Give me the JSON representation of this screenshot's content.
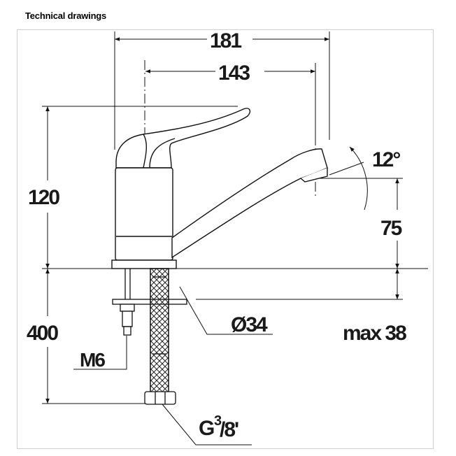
{
  "page": {
    "heading": "Technical drawings"
  },
  "dimensions": {
    "overall_width": "181",
    "spout_reach": "143",
    "body_height": "120",
    "spout_angle": "12°",
    "spout_outlet_height": "75",
    "hose_length": "400",
    "fixing_stud": "M6",
    "hole_diameter": "Ø34",
    "max_counter_thickness": "max 38",
    "connection_thread_main": "G",
    "connection_thread_num": "3",
    "connection_thread_rest": "/8'"
  }
}
